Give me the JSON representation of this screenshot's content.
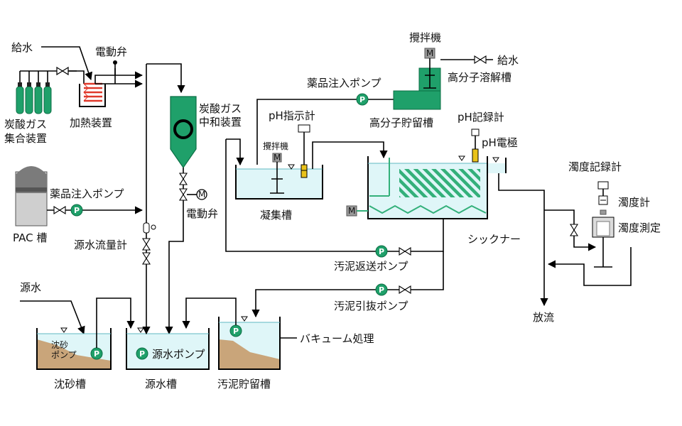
{
  "labels": {
    "feed_water_1": "給水",
    "electric_valve_1": "電動弁",
    "co2_cylinders": "炭酸ガス\n集合装置",
    "heater": "加熱装置",
    "co2_neutralizer": "炭酸ガス\n中和装置",
    "pac_tank": "PAC 槽",
    "chem_pump_1": "薬品注入ポンプ",
    "raw_flow_meter": "源水流量計",
    "electric_valve_2": "電動弁",
    "raw_water": "源水",
    "grit_pump": "沈砂\nポンプ",
    "grit_tank": "沈砂槽",
    "raw_pump": "源水ポンプ",
    "raw_tank": "源水槽",
    "sludge_tank": "汚泥貯留槽",
    "vacuum": "バキューム処理",
    "ph_indicator": "pH指示計",
    "mixer_small": "攪拌機",
    "coag_tank": "凝集槽",
    "chem_pump_2": "薬品注入ポンプ",
    "mixer": "攪拌機",
    "feed_water_2": "給水",
    "polymer_dissolve": "高分子溶解槽",
    "polymer_storage": "高分子貯留槽",
    "ph_recorder": "pH記録計",
    "ph_electrode": "pH電極",
    "thickener": "シックナー",
    "sludge_return_pump": "汚泥返送ポンプ",
    "sludge_draw_pump": "汚泥引抜ポンプ",
    "turbidity_recorder": "濁度記録計",
    "turbidimeter": "濁度計",
    "turbidity_measure": "濁度測定",
    "discharge": "放流"
  },
  "symbols": {
    "pump": "P",
    "motor": "M",
    "motor_valve": "M"
  },
  "colors": {
    "green": "#1fa06a",
    "water": "#dff6f8",
    "sediment": "#c9a57a",
    "gray": "#8a8a8a",
    "heater_red": "#e0392b"
  }
}
